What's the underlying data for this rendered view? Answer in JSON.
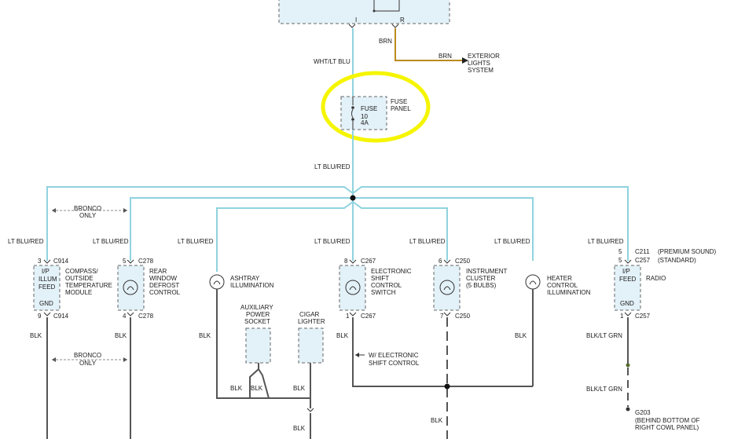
{
  "colors": {
    "wire_blue": "#8fd3df",
    "wire_black": "#555555",
    "wire_brown": "#b98a1c",
    "highlight": "#f5f500",
    "box_fill": "#e3f1f8"
  },
  "top": {
    "pin_i": "I",
    "pin_r": "R",
    "wire_brn_1": "BRN",
    "wire_brn_2": "BRN",
    "exterior": [
      "EXTERIOR",
      "LIGHTS",
      "SYSTEM"
    ],
    "wire_main": "WHT/LT BLU"
  },
  "fuse": {
    "name": "FUSE",
    "number": "10",
    "rating": "4A",
    "panel": [
      "FUSE",
      "PANEL"
    ],
    "out_wire": "LT BLU/RED"
  },
  "bronco": [
    "BRONCO",
    "ONLY"
  ],
  "components": {
    "compass": {
      "wire_in": "LT BLU/RED",
      "pin_in": "3",
      "conn_in": "C914",
      "box": [
        "I/P",
        "ILLUM",
        "FEED"
      ],
      "gnd": "GND",
      "label": [
        "COMPASS/",
        "OUTSIDE",
        "TEMPERATURE",
        "MODULE"
      ],
      "pin_out": "9",
      "conn_out": "C914",
      "wire_out": "BLK"
    },
    "rear_window": {
      "wire_in": "LT BLU/RED",
      "pin_in": "5",
      "conn_in": "C278",
      "label": [
        "REAR",
        "WINDOW",
        "DEFROST",
        "CONTROL"
      ],
      "pin_out": "4",
      "conn_out": "C278",
      "wire_out": "BLK"
    },
    "ashtray": {
      "wire_in": "LT BLU/RED",
      "label": [
        "ASHTRAY",
        "ILLUMINATION"
      ],
      "wire_out": "BLK"
    },
    "aux": {
      "label": [
        "AUXILIARY",
        "POWER",
        "SOCKET"
      ],
      "wire_a": "BLK",
      "wire_b": "BLK"
    },
    "cigar": {
      "label": [
        "CIGAR",
        "LIGHTER"
      ],
      "wire_a": "BLK",
      "wire_b": "BLK"
    },
    "shift": {
      "wire_in": "LT BLU/RED",
      "pin_in": "8",
      "conn_in": "C267",
      "label": [
        "ELECTRONIC",
        "SHIFT",
        "CONTROL",
        "SWITCH"
      ],
      "pin_out": "1",
      "conn_out": "C267",
      "wire_out": "BLK",
      "note": [
        "W/ ELECTRONIC",
        "SHIFT CONTROL"
      ]
    },
    "cluster": {
      "wire_in": "LT BLU/RED",
      "pin_in": "6",
      "conn_in": "C250",
      "label": [
        "INSTRUMENT",
        "CLUSTER",
        "(5 BULBS)"
      ],
      "pin_out": "7",
      "conn_out": "C250",
      "wire_out": "BLK"
    },
    "heater": {
      "wire_in": "LT BLU/RED",
      "label": [
        "HEATER",
        "CONTROL",
        "ILLUMINATION"
      ],
      "wire_out": "BLK"
    },
    "radio": {
      "wire_in": "LT BLU/RED",
      "pin_a": "5",
      "conn_a": "C211",
      "note_a": "(PREMIUM SOUND)",
      "pin_b": "5",
      "conn_b": "C257",
      "note_b": "(STANDARD)",
      "box": [
        "I/P",
        "FEED"
      ],
      "gnd": "GND",
      "label": "RADIO",
      "pin_out": "1",
      "conn_out": "C257",
      "wire_out_1": "BLK/LT GRN",
      "wire_out_2": "BLK/LT GRN",
      "ground": "G203",
      "ground_note": [
        "(BEHIND BOTTOM OF",
        "RIGHT COWL PANEL)"
      ]
    }
  },
  "bottom_wire": "BLK"
}
